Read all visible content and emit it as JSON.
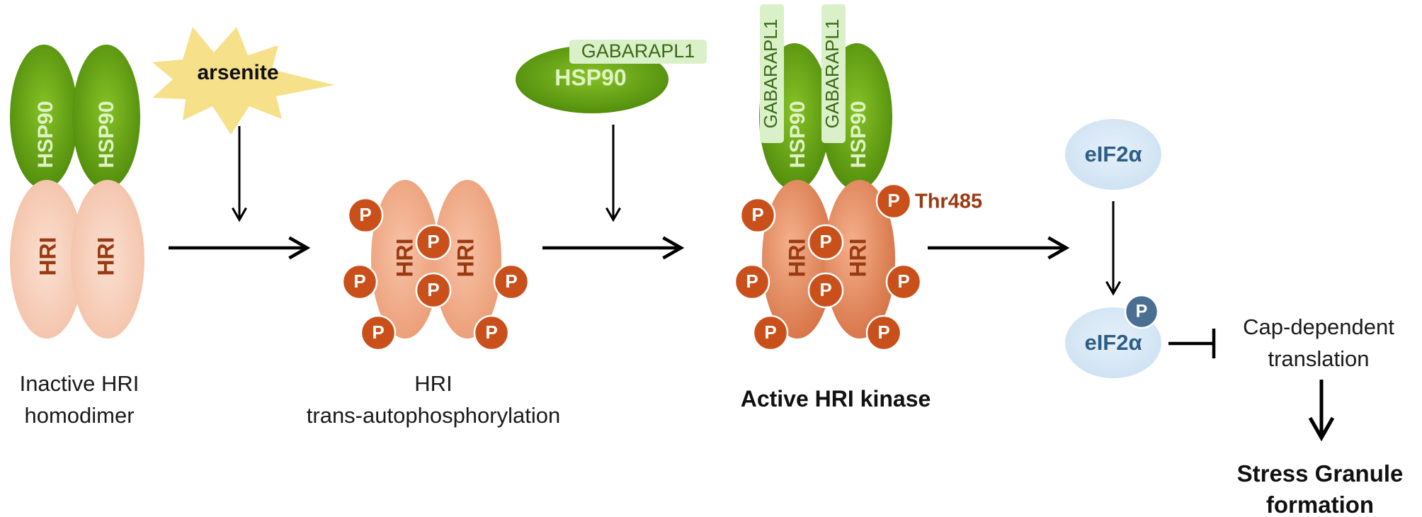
{
  "labels": {
    "hsp90": "HSP90",
    "hri": "HRI",
    "arsenite": "arsenite",
    "gabarapl1": "GABARAPL1",
    "phospho": "P",
    "thr485": "Thr485",
    "eif2a": "eIF2α"
  },
  "stages": {
    "inactive_line1": "Inactive HRI",
    "inactive_line2": "homodimer",
    "autophos_line1": "HRI",
    "autophos_line2": "trans-autophosphorylation",
    "active": "Active HRI kinase",
    "cap_line1": "Cap-dependent",
    "cap_line2": "translation",
    "sg_line1": "Stress Granule",
    "sg_line2": "formation"
  },
  "colors": {
    "hsp90_dark": "#4f8a0b",
    "hsp90_light": "#7fbf1f",
    "hsp90_text": "#dff2c4",
    "hri_pale": "#f6cdb8",
    "hri_mid": "#f0a682",
    "hri_dark": "#d8764a",
    "hri_text": "#9a3a12",
    "phospho": "#c9501a",
    "eif2a_bg": "#d6e7f5",
    "eif2a_text": "#2e5e86",
    "phospho_blue": "#4a6f92",
    "gabarapl1_bg": "#d9f0c8",
    "gabarapl1_text": "#3a6a14",
    "arsenite": "#f7e08a",
    "thr485": "#9a3a12"
  }
}
